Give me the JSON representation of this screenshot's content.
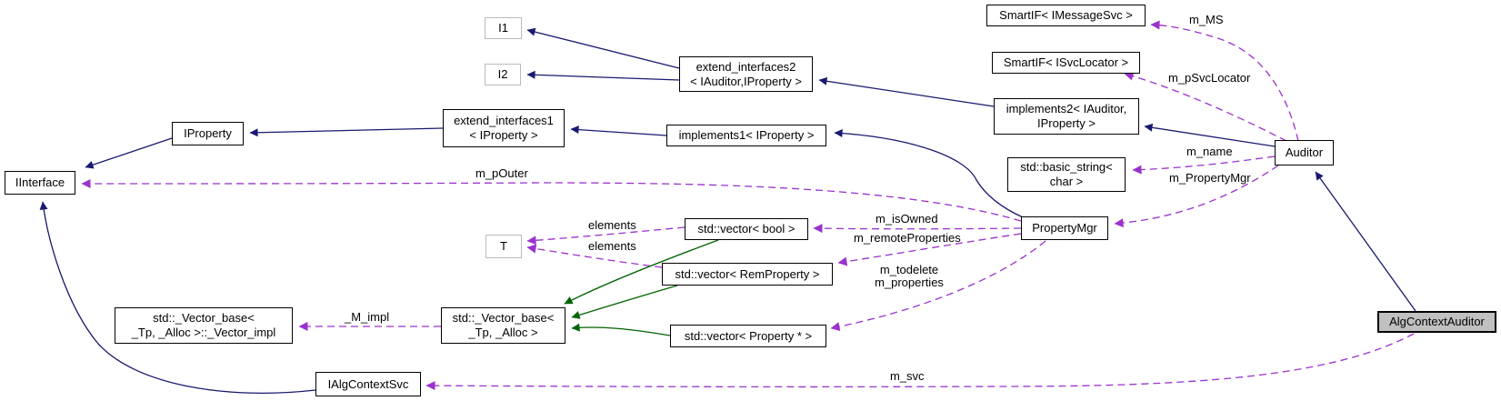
{
  "colors": {
    "inheritance": "#191970",
    "protected_inheritance": "#006400",
    "usage": "#9a32cd",
    "node_border": "#000000",
    "template_param_border": "#bababa",
    "main_node_fill": "#c0c0c0",
    "background": "#ffffff"
  },
  "nodes": {
    "i1": "I1",
    "i2": "I2",
    "extend_interfaces2": "extend_interfaces2\n< IAuditor,IProperty >",
    "smartif_imessagesvc": "SmartIF< IMessageSvc >",
    "smartif_isvclocator": "SmartIF< ISvcLocator >",
    "implements2": "implements2< IAuditor,\nIProperty >",
    "extend_interfaces1": "extend_interfaces1\n< IProperty >",
    "iproperty": "IProperty",
    "implements1": "implements1< IProperty >",
    "iinterface": "IInterface",
    "basic_string": "std::basic_string<\nchar >",
    "auditor": "Auditor",
    "propertymgr": "PropertyMgr",
    "vector_bool": "std::vector< bool >",
    "t": "T",
    "vector_remproperty": "std::vector< RemProperty >",
    "vector_base_impl": "std::_Vector_base<\n_Tp, _Alloc >::_Vector_impl",
    "vector_base": "std::_Vector_base<\n_Tp, _Alloc >",
    "vector_property": "std::vector< Property * >",
    "ialgcontextsvc": "IAlgContextSvc",
    "algcontextauditor": "AlgContextAuditor"
  },
  "edges": [
    {
      "from": "extend_interfaces2",
      "to": "i1",
      "type": "inheritance",
      "label": ""
    },
    {
      "from": "extend_interfaces2",
      "to": "i2",
      "type": "inheritance",
      "label": ""
    },
    {
      "from": "implements2",
      "to": "extend_interfaces2",
      "type": "inheritance",
      "label": ""
    },
    {
      "from": "auditor",
      "to": "implements2",
      "type": "inheritance",
      "label": ""
    },
    {
      "from": "implements1",
      "to": "extend_interfaces1",
      "type": "inheritance",
      "label": ""
    },
    {
      "from": "extend_interfaces1",
      "to": "iproperty",
      "type": "inheritance",
      "label": ""
    },
    {
      "from": "iproperty",
      "to": "iinterface",
      "type": "inheritance",
      "label": ""
    },
    {
      "from": "propertymgr",
      "to": "implements1",
      "type": "inheritance",
      "label": ""
    },
    {
      "from": "algcontextauditor",
      "to": "auditor",
      "type": "inheritance",
      "label": ""
    },
    {
      "from": "ialgcontextsvc",
      "to": "iinterface",
      "type": "inheritance",
      "label": ""
    },
    {
      "from": "vector_bool",
      "to": "vector_base",
      "type": "protected-inheritance",
      "label": ""
    },
    {
      "from": "vector_remproperty",
      "to": "vector_base",
      "type": "protected-inheritance",
      "label": ""
    },
    {
      "from": "vector_property",
      "to": "vector_base",
      "type": "protected-inheritance",
      "label": ""
    },
    {
      "from": "auditor",
      "to": "smartif_imessagesvc",
      "type": "usage",
      "label": "m_MS"
    },
    {
      "from": "auditor",
      "to": "smartif_isvclocator",
      "type": "usage",
      "label": "m_pSvcLocator"
    },
    {
      "from": "auditor",
      "to": "basic_string",
      "type": "usage",
      "label": "m_name"
    },
    {
      "from": "auditor",
      "to": "propertymgr",
      "type": "usage",
      "label": "m_PropertyMgr"
    },
    {
      "from": "propertymgr",
      "to": "iinterface",
      "type": "usage",
      "label": "m_pOuter"
    },
    {
      "from": "propertymgr",
      "to": "vector_bool",
      "type": "usage",
      "label": "m_isOwned"
    },
    {
      "from": "propertymgr",
      "to": "vector_remproperty",
      "type": "usage",
      "label": "m_remoteProperties"
    },
    {
      "from": "propertymgr",
      "to": "vector_property",
      "type": "usage",
      "label": "m_todelete\nm_properties"
    },
    {
      "from": "vector_base",
      "to": "vector_base_impl",
      "type": "usage",
      "label": "_M_impl"
    },
    {
      "from": "algcontextauditor",
      "to": "ialgcontextsvc",
      "type": "usage",
      "label": "m_svc"
    },
    {
      "from": "vector_bool",
      "to": "t",
      "type": "usage",
      "label": "elements"
    },
    {
      "from": "vector_remproperty",
      "to": "t",
      "type": "usage",
      "label": "elements"
    }
  ]
}
